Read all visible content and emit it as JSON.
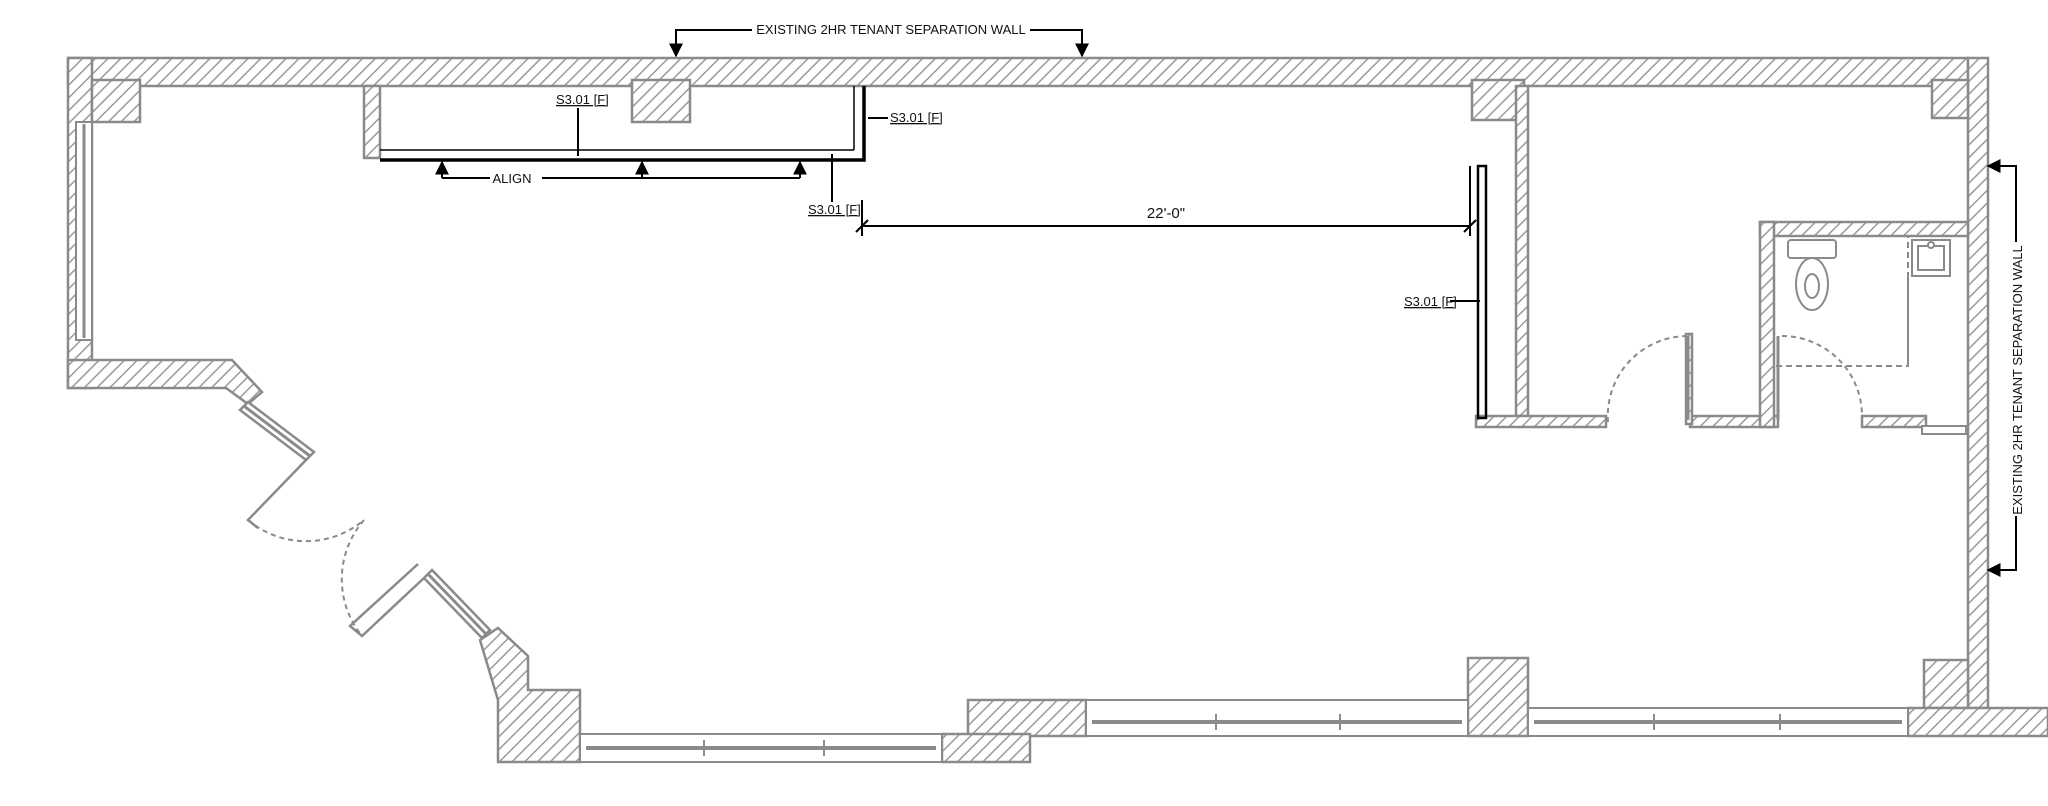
{
  "labels": {
    "top_wall": "EXISTING 2HR TENANT SEPARATION WALL",
    "right_wall": "EXISTING 2HR TENANT SEPARATION WALL",
    "align": "ALIGN",
    "dimension": "22'-0\""
  },
  "references": {
    "ref_1": "S3.01 [F]",
    "ref_2": "S3.01 [F]",
    "ref_3": "S3.01 [F]",
    "ref_4": "S3.01 [F]"
  },
  "colors": {
    "wall_stroke": "#8a8a8a",
    "hatch": "#9a9a9a",
    "new_wall": "#000000",
    "annotation": "#000000"
  }
}
